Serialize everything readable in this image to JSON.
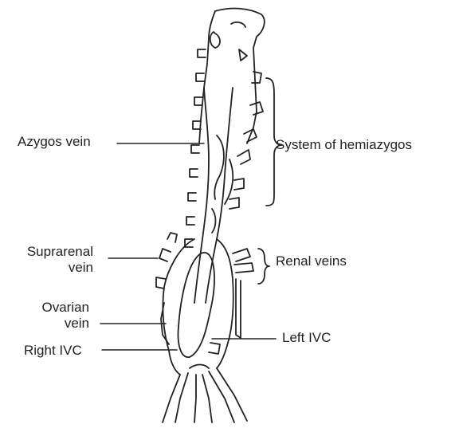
{
  "labels": {
    "azygos_vein": "Azygos vein",
    "system_of_hemiazygos": "System of hemiazygos",
    "suprarenal_vein_line1": "Suprarenal",
    "suprarenal_vein_line2": "vein",
    "renal_veins": "Renal veins",
    "ovarian_vein_line1": "Ovarian",
    "ovarian_vein_line2": "vein",
    "left_ivc": "Left IVC",
    "right_ivc": "Right IVC"
  },
  "colors": {
    "ink": "#222222",
    "background": "#ffffff"
  }
}
